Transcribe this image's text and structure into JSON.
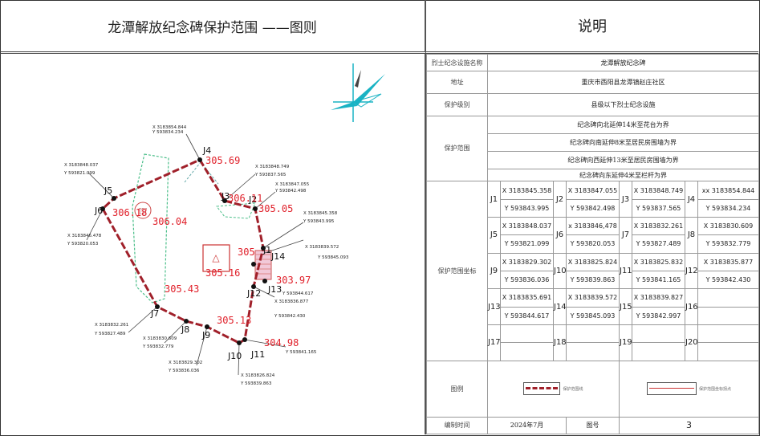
{
  "header": {
    "map_title": "龙潭解放纪念碑保护范围 ——图则",
    "notes_title": "说明"
  },
  "info": {
    "name_label": "烈士纪念设施名称",
    "name_value": "龙潭解放纪念碑",
    "address_label": "地址",
    "address_value": "重庆市酉阳县龙潭镇赵庄社区",
    "level_label": "保护级别",
    "level_value": "县级以下烈士纪念设施",
    "range_label": "保护范围",
    "range_lines": [
      "纪念碑向北延伸14米至花台为界",
      "纪念碑向南延伸8米至居民房围墙为界",
      "纪念碑向西延伸13米至居民房围墙为界",
      "纪念碑向东延伸4米至栏杆为界"
    ],
    "coords_label": "保护范围坐标",
    "legend_label": "图例",
    "legend_items": [
      "保护范围线",
      "保护范围坐标拐点"
    ],
    "date_label": "编制时间",
    "date_value": "2024年7月",
    "figno_label": "图号",
    "figno_value": "3"
  },
  "coords": [
    {
      "id": "J1",
      "x": "X 3183845.358",
      "y": "Y 593843.995"
    },
    {
      "id": "J2",
      "x": "X 3183847.055",
      "y": "Y 593842.498"
    },
    {
      "id": "J3",
      "x": "X 3183848.749",
      "y": "Y 593837.565"
    },
    {
      "id": "J4",
      "x": "xx 3183854.844",
      "y": "Y 593834.234"
    },
    {
      "id": "J5",
      "x": "X 3183848.037",
      "y": "Y 593821.099"
    },
    {
      "id": "J6",
      "x": "x 3183846,478",
      "y": "Y 593820.053"
    },
    {
      "id": "J7",
      "x": "X 3183832.261",
      "y": "Y 593827.489"
    },
    {
      "id": "J8",
      "x": "X 3183830.609",
      "y": "Y 593832.779"
    },
    {
      "id": "J9",
      "x": "X 3183829.302",
      "y": "Y 593836.036"
    },
    {
      "id": "J10",
      "x": "X 3183825.824",
      "y": "Y 593839.863"
    },
    {
      "id": "J11",
      "x": "X 3183825.832",
      "y": "Y 593841.165"
    },
    {
      "id": "J12",
      "x": "X 3183835.877",
      "y": "Y 593842.430"
    },
    {
      "id": "J13",
      "x": "X 3183835.691",
      "y": "Y 593844.617"
    },
    {
      "id": "J14",
      "x": "X 3183839.572",
      "y": "Y 593845.093"
    },
    {
      "id": "J15",
      "x": "X 3183839.827",
      "y": "Y 593842.997"
    },
    {
      "id": "J16",
      "x": "",
      "y": ""
    },
    {
      "id": "J17",
      "x": "",
      "y": ""
    },
    {
      "id": "J18",
      "x": "",
      "y": ""
    },
    {
      "id": "J19",
      "x": "",
      "y": ""
    },
    {
      "id": "J20",
      "x": "",
      "y": ""
    }
  ],
  "map": {
    "points": [
      {
        "id": "J1",
        "label": "J1"
      },
      {
        "id": "J2",
        "label": "J2"
      },
      {
        "id": "J3",
        "label": "J3"
      },
      {
        "id": "J4",
        "label": "J4"
      },
      {
        "id": "J5",
        "label": "J5"
      },
      {
        "id": "J6",
        "label": "J6"
      },
      {
        "id": "J7",
        "label": "J7"
      },
      {
        "id": "J8",
        "label": "J8"
      },
      {
        "id": "J9",
        "label": "J9"
      },
      {
        "id": "J10",
        "label": "J10"
      },
      {
        "id": "J11",
        "label": "J11"
      },
      {
        "id": "J12",
        "label": "J12"
      },
      {
        "id": "J13",
        "label": "J13"
      },
      {
        "id": "J14",
        "label": "J14"
      }
    ],
    "elevations": [
      "305.69",
      "306.11",
      "305.05",
      "306.18",
      "306.04",
      "305.43",
      "305.16",
      "303.97",
      "305.13",
      "304.98",
      "305"
    ],
    "coord_notes": [
      {
        "x": "X 3183854.844",
        "y": "Y 593834.234"
      },
      {
        "x": "X 3183848.037",
        "y": "Y 593821.099"
      },
      {
        "x": "X 3183848.749",
        "y": "Y 593837.565"
      },
      {
        "x": "X 3183847.055",
        "y": "Y 593842.498"
      },
      {
        "x": "X 3183845.358",
        "y": "Y 593843.995"
      },
      {
        "x": "X 3183846.478",
        "y": "Y 593820.053"
      },
      {
        "x": "X 3183839.572",
        "y": "Y 593845.093"
      },
      {
        "x": "X 3183836.877",
        "y": "Y 593842.430"
      },
      {
        "x": "X 3183832.261",
        "y": "Y 593827.489"
      },
      {
        "x": "X 3183830.609",
        "y": "Y 593832.779"
      },
      {
        "x": "X 3183829.302",
        "y": "Y 593836.036"
      },
      {
        "x": "X 3183826.824",
        "y": "Y 593839.863"
      },
      {
        "x": "Y 593841.165"
      },
      {
        "x": "Y 593844.617"
      }
    ]
  },
  "colors": {
    "boundary": "#a0202a",
    "elev": "#e0202a",
    "compass": "#19b3c4"
  }
}
